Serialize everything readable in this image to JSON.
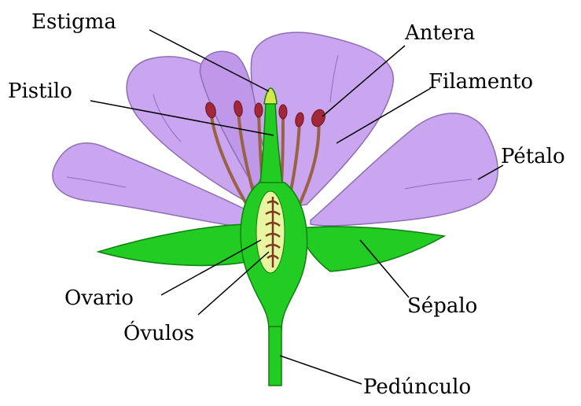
{
  "labels": {
    "estigma": "Estigma",
    "antera": "Antera",
    "pistilo": "Pistilo",
    "filamento": "Filamento",
    "petalo": "Pétalo",
    "ovario": "Ovario",
    "ovulos": "Óvulos",
    "sepalo": "Sépalo",
    "pedunculo": "Pedúnculo"
  },
  "colors": {
    "petal": "#c9a6ef",
    "petal_stroke": "#8e6fb3",
    "green": "#22cc22",
    "green_stroke": "#0f7f0f",
    "ovary_inner": "#e7f5a0",
    "stamen": "#9a6146",
    "anther": "#a0283a",
    "ovule": "#7b3a1f"
  }
}
